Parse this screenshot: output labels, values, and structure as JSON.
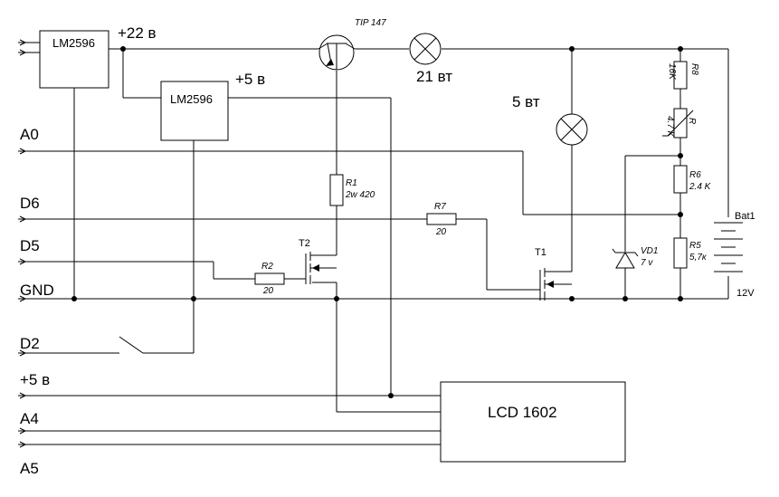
{
  "pins": {
    "a0": "A0",
    "d6": "D6",
    "d5": "D5",
    "gnd": "GND",
    "d2": "D2",
    "plus5": "+5 в",
    "a4": "A4",
    "a5": "A5"
  },
  "rails": {
    "plus22": "+22 в",
    "plus5_top": "+5 в"
  },
  "chips": {
    "reg1": "LM2596",
    "reg2": "LM2596",
    "lcd": "LCD 1602"
  },
  "transistors": {
    "tip": "TIP 147",
    "t1": "T1",
    "t2": "T2"
  },
  "lamps": {
    "lamp21": "21 вт",
    "lamp5": "5 вт"
  },
  "resistors": {
    "r1_name": "R1",
    "r1_value": "2w 420",
    "r2_name": "R2",
    "r2_value": "20",
    "r7_name": "R7",
    "r7_value": "20",
    "r8_name": "R8",
    "r8_value": "16K",
    "rt_name": "R",
    "rt_value": "4.7 K",
    "r6_name": "R6",
    "r6_value": "2.4 K",
    "r5_name": "R5",
    "r5_value": "5,7к"
  },
  "diode": {
    "name": "VD1",
    "value": "7 v"
  },
  "battery": {
    "name": "Bat1",
    "voltage": "12V"
  },
  "colors": {
    "ink": "#000000",
    "paper": "#ffffff"
  }
}
